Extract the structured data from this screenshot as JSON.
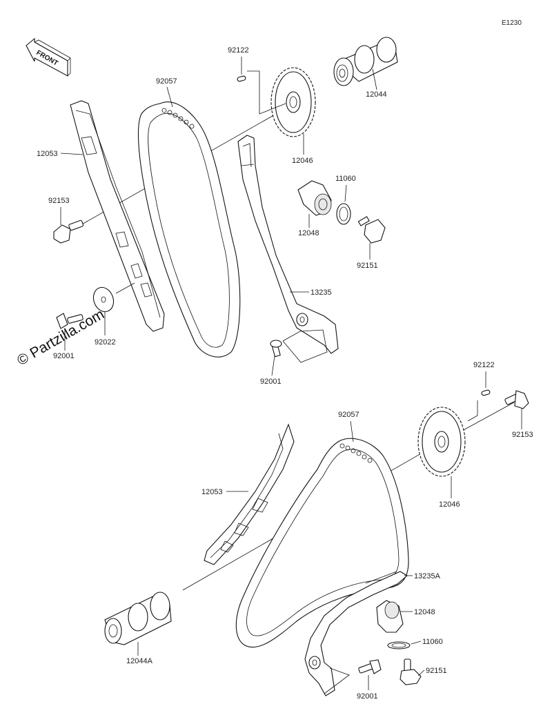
{
  "diagram": {
    "code": "E1230",
    "watermark": "© Partzilla.com",
    "front_label": "FRONT"
  },
  "callouts": [
    {
      "id": "c1",
      "label": "92122"
    },
    {
      "id": "c2",
      "label": "92057"
    },
    {
      "id": "c3",
      "label": "12044"
    },
    {
      "id": "c4",
      "label": "12053"
    },
    {
      "id": "c5",
      "label": "12046"
    },
    {
      "id": "c6",
      "label": "11060"
    },
    {
      "id": "c7",
      "label": "92153"
    },
    {
      "id": "c8",
      "label": "12048"
    },
    {
      "id": "c9",
      "label": "92151"
    },
    {
      "id": "c10",
      "label": "13235"
    },
    {
      "id": "c11",
      "label": "92022"
    },
    {
      "id": "c12",
      "label": "92001"
    },
    {
      "id": "c13",
      "label": "92001"
    },
    {
      "id": "c14",
      "label": "92122"
    },
    {
      "id": "c15",
      "label": "92057"
    },
    {
      "id": "c16",
      "label": "92153"
    },
    {
      "id": "c17",
      "label": "12053"
    },
    {
      "id": "c18",
      "label": "12046"
    },
    {
      "id": "c19",
      "label": "13235A"
    },
    {
      "id": "c20",
      "label": "12048"
    },
    {
      "id": "c21",
      "label": "12044A"
    },
    {
      "id": "c22",
      "label": "11060"
    },
    {
      "id": "c23",
      "label": "92151"
    },
    {
      "id": "c24",
      "label": "92001"
    }
  ]
}
